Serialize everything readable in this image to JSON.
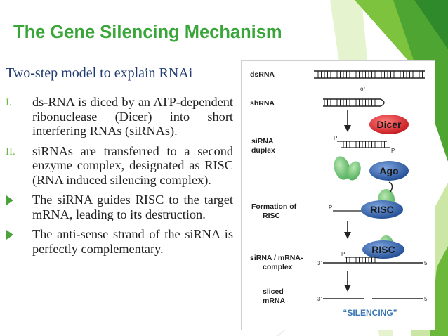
{
  "slide": {
    "title": "The Gene Silencing Mechanism",
    "subtitle": "Two-step model to explain RNAi",
    "bullets": [
      {
        "marker": "I.",
        "text": "ds-RNA is diced by an ATP-dependent ribonuclease (Dicer) into short interfering RNAs (siRNAs)."
      },
      {
        "marker": "II.",
        "text": "siRNAs are transferred to a second enzyme complex, designated as RISC (RNA induced silencing complex)."
      },
      {
        "marker": "",
        "text": "The siRNA guides RISC to the target mRNA, leading to its destruction."
      },
      {
        "marker": "",
        "text": "The anti-sense strand of the siRNA is perfectly complementary."
      }
    ]
  },
  "figure": {
    "labels": {
      "dsrna": "dsRNA",
      "or": "or",
      "shrna": "shRNA",
      "sirna_1": "siRNA",
      "sirna_2": "duplex",
      "formation_1": "Formation of",
      "formation_2": "RISC",
      "complex_1": "siRNA / mRNA-",
      "complex_2": "complex",
      "sliced_1": "sliced",
      "sliced_2": "mRNA"
    },
    "enzymes": {
      "dicer": "Dicer",
      "ago": "Ago",
      "risc_1": "RISC",
      "risc_2": "RISC"
    },
    "ends": {
      "p1": "P",
      "p2": "P",
      "p3": "P",
      "p4": "P",
      "m3_a": "3'",
      "m5_a": "5'",
      "m3_b": "3'",
      "m5_b": "5'"
    },
    "silencing": "“SILENCING”",
    "colors": {
      "dicer": "#e0262b",
      "ago": "#2f5fa8",
      "risc": "#2f5fa8",
      "protein_green": "#6cc070",
      "silencing_text": "#3b78b5"
    }
  },
  "theme": {
    "title_color": "#3aa63a",
    "subtitle_color": "#1f3b70",
    "accent_green": "#6fb847"
  }
}
